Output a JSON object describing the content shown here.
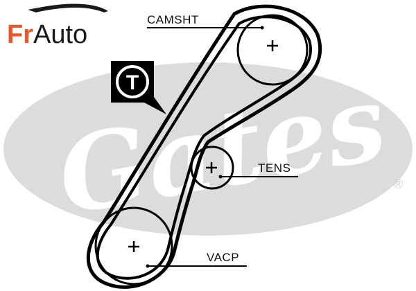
{
  "logo": {
    "part1": "Fr",
    "part2": "Auto"
  },
  "watermark": {
    "text": "Gates",
    "registered": "®"
  },
  "tensioner_badge": {
    "letter": "T"
  },
  "pulleys": [
    {
      "label": "CAMSHT"
    },
    {
      "label": "TENS"
    },
    {
      "label": "VACP"
    }
  ],
  "colors": {
    "belt": "#000000",
    "watermark_gray": "#dcdcdc",
    "logo_accent": "#e8582a",
    "logo_text": "#1a1a1a"
  }
}
